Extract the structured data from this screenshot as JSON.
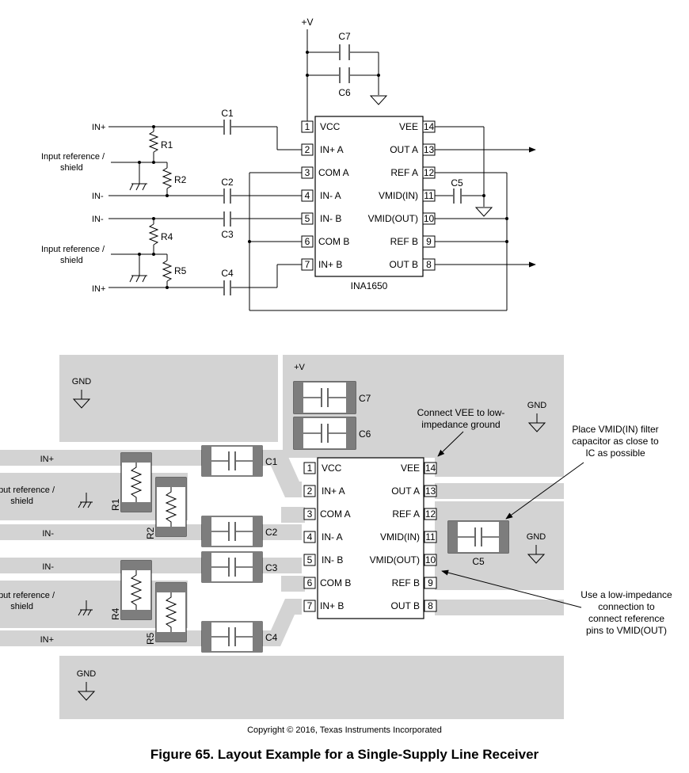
{
  "schematic": {
    "supply": "+V",
    "part": "INA1650",
    "pins_left": [
      {
        "num": "1",
        "name": "VCC"
      },
      {
        "num": "2",
        "name": "IN+ A"
      },
      {
        "num": "3",
        "name": "COM A"
      },
      {
        "num": "4",
        "name": "IN- A"
      },
      {
        "num": "5",
        "name": "IN- B"
      },
      {
        "num": "6",
        "name": "COM B"
      },
      {
        "num": "7",
        "name": "IN+ B"
      }
    ],
    "pins_right": [
      {
        "num": "14",
        "name": "VEE"
      },
      {
        "num": "13",
        "name": "OUT A"
      },
      {
        "num": "12",
        "name": "REF A"
      },
      {
        "num": "11",
        "name": "VMID(IN)"
      },
      {
        "num": "10",
        "name": "VMID(OUT)"
      },
      {
        "num": "9",
        "name": "REF B"
      },
      {
        "num": "8",
        "name": "OUT B"
      }
    ],
    "inputs": [
      "IN+",
      "IN-",
      "IN-",
      "IN+"
    ],
    "shield_label_1": "Input reference /",
    "shield_label_2": "shield",
    "components": {
      "c1": "C1",
      "c2": "C2",
      "c3": "C3",
      "c4": "C4",
      "c5": "C5",
      "c6": "C6",
      "c7": "C7",
      "r1": "R1",
      "r2": "R2",
      "r4": "R4",
      "r5": "R5"
    }
  },
  "layout": {
    "gnd": "GND",
    "supply": "+V",
    "inputs": [
      "IN+",
      "IN-",
      "IN-",
      "IN+"
    ],
    "shield_label_1": "Input reference /",
    "shield_label_2": "shield",
    "notes": {
      "vee": [
        "Connect VEE to low-",
        "impedance ground"
      ],
      "vmid_in": [
        "Place VMID(IN) filter",
        "capacitor as close to",
        "IC as possible"
      ],
      "ref": [
        "Use a low-impedance",
        "connection to",
        "connect reference",
        "pins to VMID(OUT)"
      ]
    }
  },
  "copyright": "Copyright © 2016, Texas Instruments Incorporated",
  "caption": "Figure 65.  Layout Example for a Single-Supply Line Receiver"
}
